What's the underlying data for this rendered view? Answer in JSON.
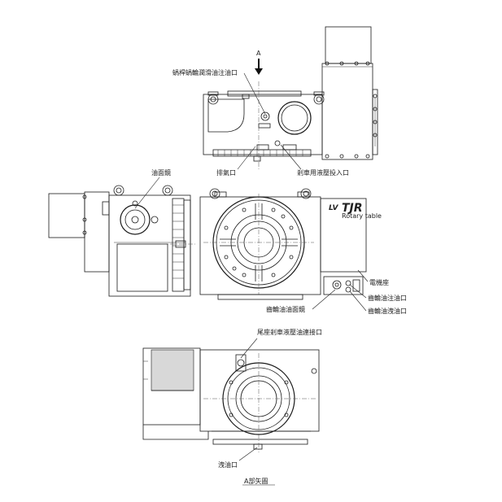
{
  "labels": {
    "arrow_a": "A",
    "worm_oil_inlet": "蝸桿蝸輪潤滑油注油口",
    "oil_gauge": "油面鏡",
    "vent": "排氣口",
    "brake_fluid_inlet": "剎車用液壓投入口",
    "motor_mount": "電機座",
    "gear_oil_inlet": "齒輪油注油口",
    "gear_oil_gauge": "齒輪油油面鏡",
    "gear_oil_drain": "齒輪油洩油口",
    "tail_brake_port": "尾座剎車液壓油連接口",
    "drain_port": "洩油口",
    "view_a": "A部矢圖"
  },
  "logo": {
    "brand_prefix": "LV",
    "brand": "TJR",
    "subtitle": "Rotary table"
  }
}
